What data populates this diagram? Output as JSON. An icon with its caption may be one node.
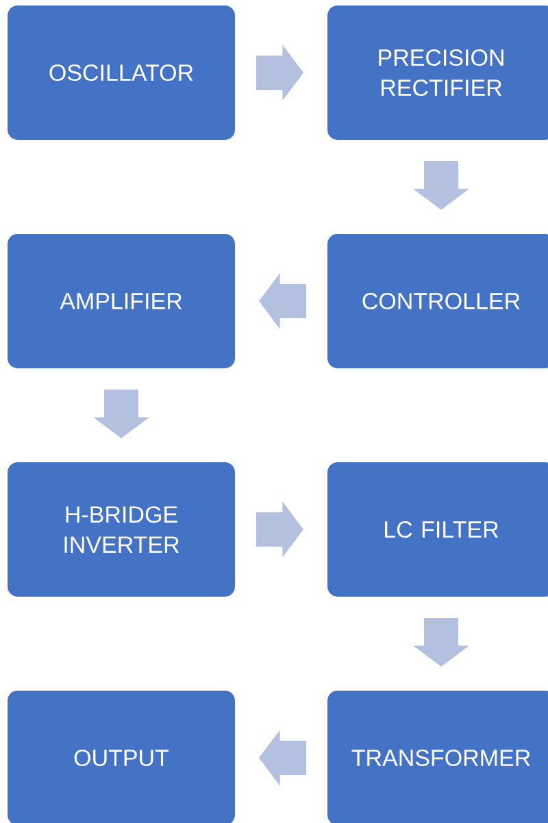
{
  "diagram": {
    "nodes": [
      {
        "text": [
          "OSCILLATOR"
        ]
      },
      {
        "text": [
          "PRECISION RECTIFIER"
        ]
      },
      {
        "text": [
          "CONTROLLER"
        ]
      },
      {
        "text": [
          "AMPLIFIER"
        ]
      },
      {
        "text": [
          "H-BRIDGE INVERTER"
        ]
      },
      {
        "text": [
          "LC FILTER"
        ]
      },
      {
        "text": [
          "TRANSFORMER"
        ]
      },
      {
        "text": [
          "OUTPUT"
        ]
      }
    ],
    "edges": [
      {
        "from": 0,
        "to": 1,
        "arrow": "to"
      },
      {
        "from": 1,
        "to": 2,
        "arrow": "to"
      },
      {
        "from": 2,
        "to": 3,
        "arrow": "to"
      },
      {
        "from": 3,
        "to": 4,
        "arrow": "to"
      },
      {
        "from": 4,
        "to": 5,
        "arrow": "to"
      },
      {
        "from": 5,
        "to": 6,
        "arrow": "to"
      },
      {
        "from": 6,
        "to": 7,
        "arrow": "to"
      }
    ]
  }
}
